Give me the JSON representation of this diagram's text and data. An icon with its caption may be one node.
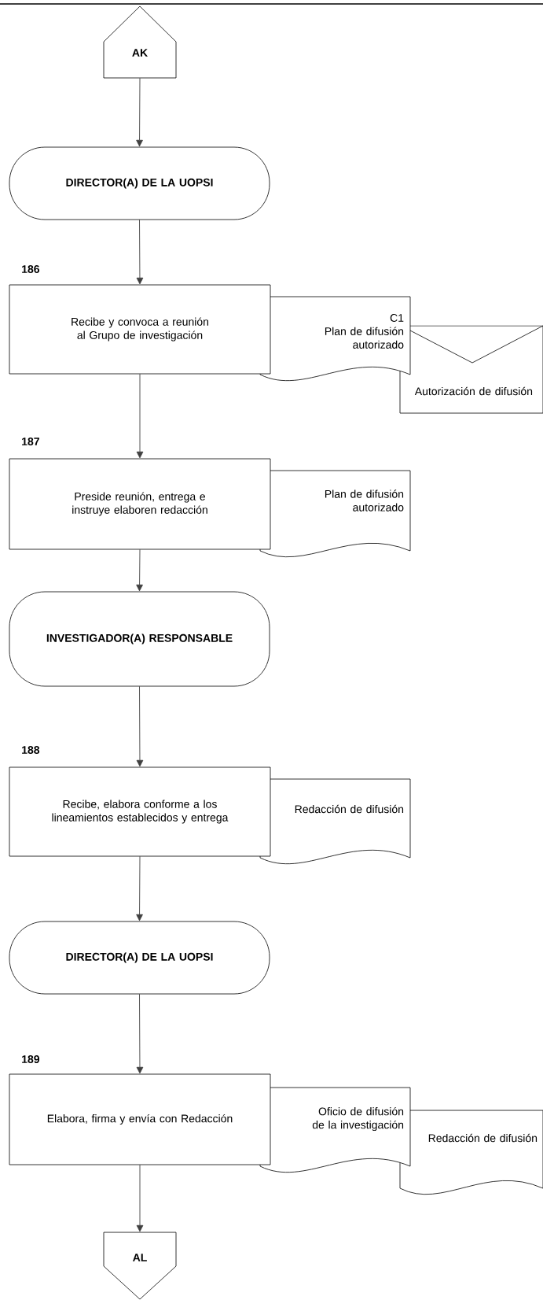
{
  "diagram": {
    "nodes": [
      {
        "text": [
          "AK"
        ]
      },
      {
        "text": [
          "DIRECTOR(A) DE LA UOPSI"
        ]
      },
      {
        "text": [
          "Recibe y convoca a reunión al Grupo de investigación"
        ],
        "beside": [
          "186"
        ]
      },
      {
        "text": [
          "C1",
          "Plan de difusión autorizado"
        ]
      },
      {
        "text": [
          "Autorización de difusión"
        ]
      },
      {
        "text": [
          "Preside reunión, entrega e instruye elaboren redacción"
        ],
        "beside": [
          "187"
        ]
      },
      {
        "text": [
          "Plan de difusión autorizado"
        ]
      },
      {
        "text": [
          "INVESTIGADOR(A) RESPONSABLE"
        ]
      },
      {
        "text": [
          "Recibe, elabora conforme a los lineamientos establecidos y entrega"
        ],
        "beside": [
          "188"
        ]
      },
      {
        "text": [
          "Redacción de difusión"
        ]
      },
      {
        "text": [
          "DIRECTOR(A) DE LA UOPSI"
        ]
      },
      {
        "text": [
          "Elabora, firma y envía con Redacción"
        ],
        "beside": [
          "189"
        ]
      },
      {
        "text": [
          "Oficio de difusión de la investigación"
        ]
      },
      {
        "text": [
          "Redacción de difusión"
        ]
      },
      {
        "text": [
          "AL"
        ]
      }
    ],
    "edges": [
      {
        "from": 0,
        "to": 1,
        "arrow": "to"
      },
      {
        "from": 1,
        "to": 2,
        "arrow": "to"
      },
      {
        "from": 2,
        "to": 5,
        "arrow": "to"
      },
      {
        "from": 5,
        "to": 7,
        "arrow": "to"
      },
      {
        "from": 7,
        "to": 8,
        "arrow": "to"
      },
      {
        "from": 8,
        "to": 10,
        "arrow": "to"
      },
      {
        "from": 10,
        "to": 11,
        "arrow": "to"
      },
      {
        "from": 11,
        "to": 14,
        "arrow": "to"
      }
    ]
  }
}
